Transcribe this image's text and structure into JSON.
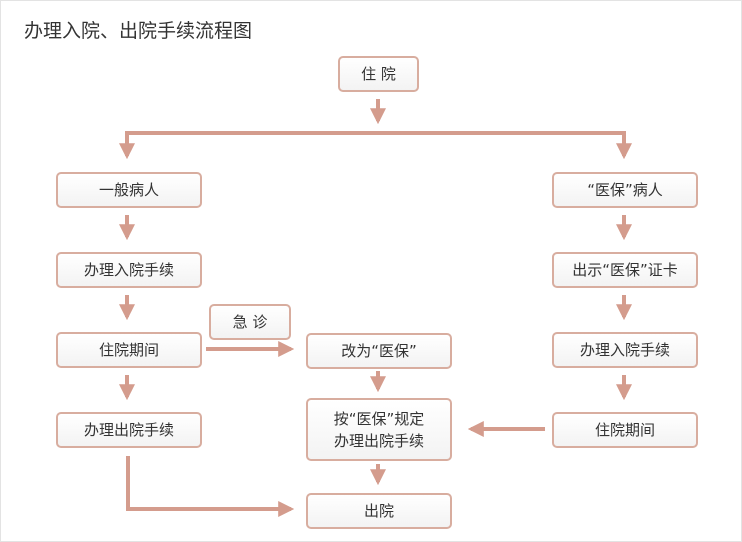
{
  "title": "办理入院、出院手续流程图",
  "colors": {
    "border": "#d8ad9f",
    "arrow": "#d49c8d",
    "text": "#333333"
  },
  "nodes": {
    "admission": "住 院",
    "general_patient": "一般病人",
    "insured_patient": "“医保”病人",
    "general_admit": "办理入院手续",
    "show_card": "出示“医保”证卡",
    "general_stay": "住院期间",
    "emergency": "急 诊",
    "change_insurance": "改为“医保”",
    "insured_admit": "办理入院手续",
    "general_discharge": "办理出院手续",
    "insured_discharge_line1": "按“医保”规定",
    "insured_discharge_line2": "办理出院手续",
    "insured_stay": "住院期间",
    "discharge": "出院"
  }
}
